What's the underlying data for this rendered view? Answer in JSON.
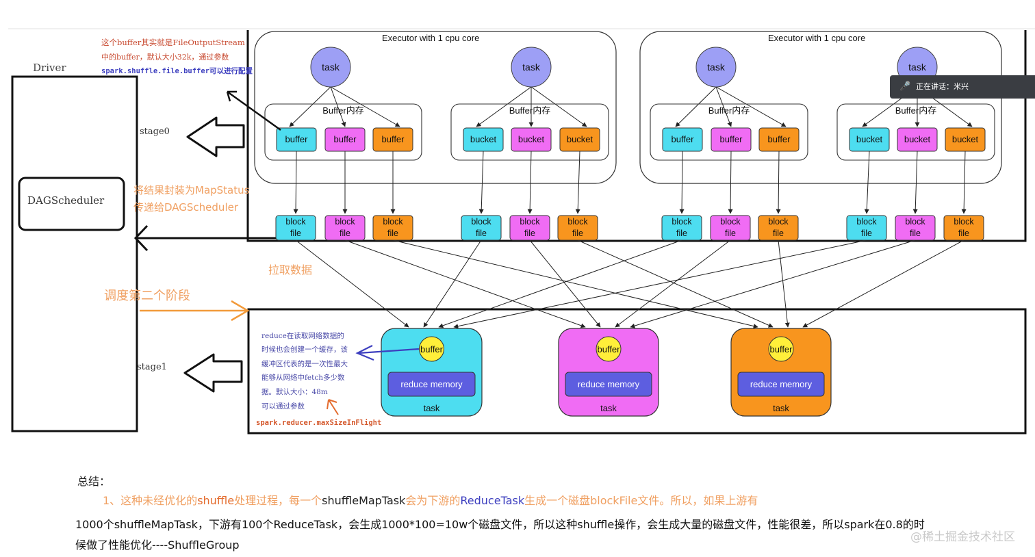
{
  "colors": {
    "cyan": "#4dddf0",
    "magenta": "#f06cf4",
    "orange": "#f8951e",
    "task_purple": "#9d9ff5",
    "yellow": "#ffef3a",
    "reduce_blue": "#5d5ee0",
    "annot_orange": "#f0a062",
    "annot_red": "#d4582c",
    "annot_blue": "#3d3fbf"
  },
  "driver": {
    "label": "Driver",
    "dag_label": "DAGScheduler",
    "stage0": "stage0",
    "stage1": "stage1"
  },
  "executors": [
    {
      "title": "Executor with 1 cpu core",
      "tasks": [
        {
          "task_label": "task",
          "buffer_title": "Buffer内存",
          "slots": [
            "buffer",
            "buffer",
            "buffer"
          ]
        },
        {
          "task_label": "task",
          "buffer_title": "Buffer内存",
          "slots": [
            "bucket",
            "bucket",
            "bucket"
          ]
        }
      ]
    },
    {
      "title": "Executor with 1 cpu core",
      "tasks": [
        {
          "task_label": "task",
          "buffer_title": "Buffer内存",
          "slots": [
            "buffer",
            "buffer",
            "buffer"
          ]
        },
        {
          "task_label": "task",
          "buffer_title": "Buffer内存",
          "slots": [
            "bucket",
            "bucket",
            "bucket"
          ]
        }
      ]
    }
  ],
  "block_file": {
    "line1": "block",
    "line2": "file"
  },
  "reduce_tasks": [
    {
      "buffer": "buffer",
      "memory": "reduce memory",
      "task": "task",
      "color": "cyan"
    },
    {
      "buffer": "buffer",
      "memory": "reduce memory",
      "task": "task",
      "color": "magenta"
    },
    {
      "buffer": "buffer",
      "memory": "reduce memory",
      "task": "task",
      "color": "orange"
    }
  ],
  "annotations": {
    "buffer_note": [
      "这个buffer其实就是FileOutputStream",
      "中的buffer，默认大小32k，通过参数",
      "spark.shuffle.file.buffer可以进行配置"
    ],
    "mapstatus": [
      "将结果封装为MapStatus",
      "传递给DAGScheduler"
    ],
    "pull": "拉取数据",
    "schedule": "调度第二个阶段",
    "reduce_note": [
      "reduce在读取网络数据的",
      "时候也会创建一个缓存，该",
      "缓冲区代表的是一次性最大",
      "能够从网络中fetch多少数",
      "据。默认大小：48m",
      "可以通过参数"
    ],
    "reduce_param": "spark.reducer.maxSizeInFlight"
  },
  "summary": {
    "heading": "总结：",
    "line1_a": "1、这种未经优化的",
    "line1_b": "shuffle",
    "line1_c": "处理过程，每一个",
    "line1_d": "shuffleMapTask",
    "line1_e": "会为下游的",
    "line1_f": "ReduceTask",
    "line1_g": "生成一个磁盘blockFile文件。所以，如果上游有",
    "line2": "1000个shuffleMapTask，下游有100个ReduceTask，会生成1000*100=10w个磁盘文件，所以这种shuffle操作，会生成大量的磁盘文件，性能很差，所以spark在0.8的时",
    "line3": "候做了性能优化----ShuffleGroup"
  },
  "overlay": {
    "speaking": "正在讲话：米兴",
    "watermark": "@稀土掘金技术社区"
  }
}
